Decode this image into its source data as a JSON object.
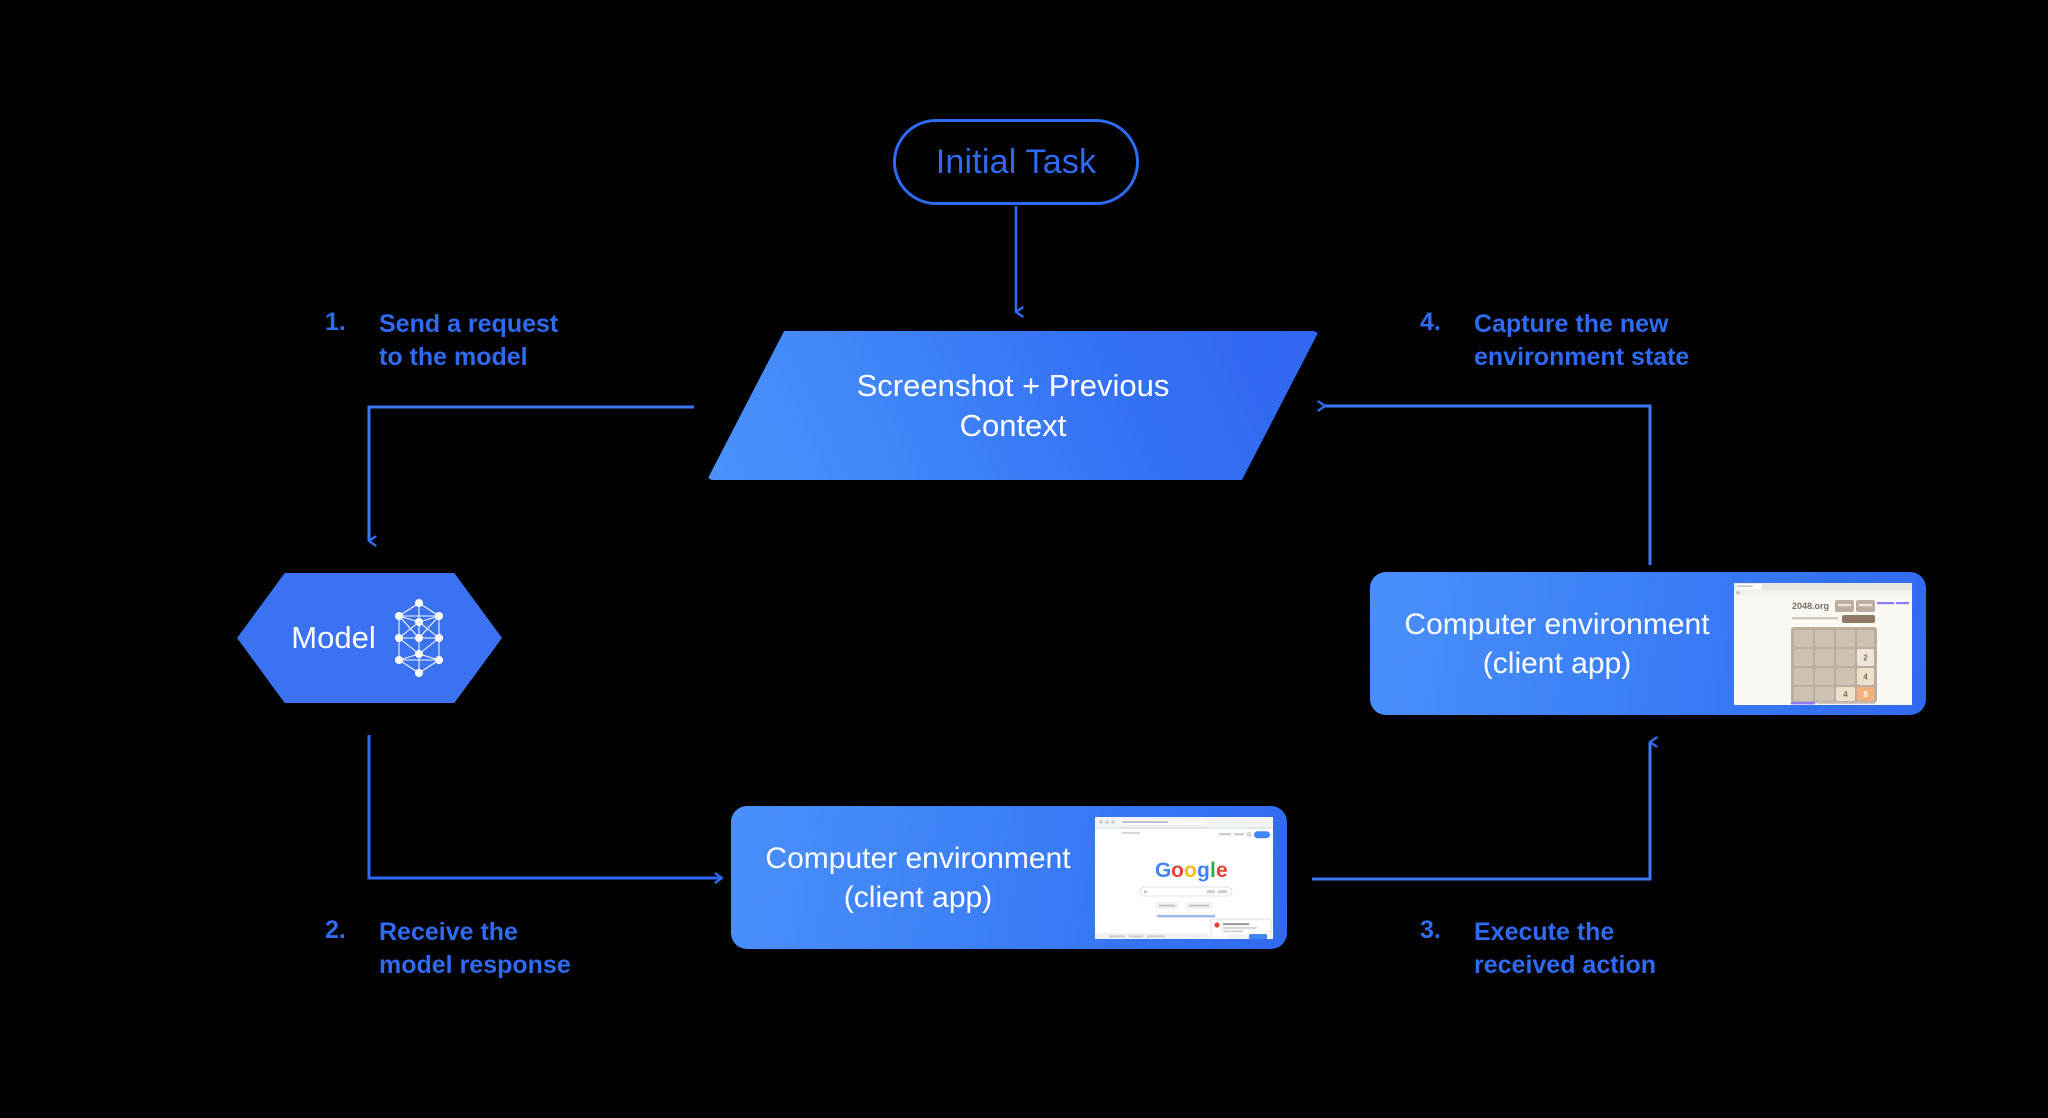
{
  "diagram": {
    "title": "Initial Task",
    "background_color": "#000000",
    "accent_color": "#2E6BF2",
    "nodes": {
      "initial_task": {
        "label": "Initial Task",
        "shape": "rounded-pill"
      },
      "context": {
        "line1": "Screenshot + Previous",
        "line2": "Context",
        "shape": "parallelogram"
      },
      "model": {
        "label": "Model",
        "icon": "neural-network-icon",
        "shape": "hexagon"
      },
      "env_top": {
        "line1": "Computer environment",
        "line2": "(client app)",
        "thumbnail": "2048-game-screenshot"
      },
      "env_bottom": {
        "line1": "Computer environment",
        "line2": "(client app)",
        "thumbnail": "google-search-screenshot"
      }
    },
    "steps": [
      {
        "number": "1.",
        "text": "Send a request\nto the model"
      },
      {
        "number": "2.",
        "text": "Receive the\nmodel response"
      },
      {
        "number": "3.",
        "text": "Execute the\nreceived action"
      },
      {
        "number": "4.",
        "text": "Capture the new\nenvironment state"
      }
    ],
    "thumbnails": {
      "game": {
        "site": "2048.org",
        "tiles": [
          "2",
          "4",
          "4",
          "8"
        ],
        "grid": "4x4"
      },
      "browser": {
        "logo": "google-logo"
      }
    }
  }
}
